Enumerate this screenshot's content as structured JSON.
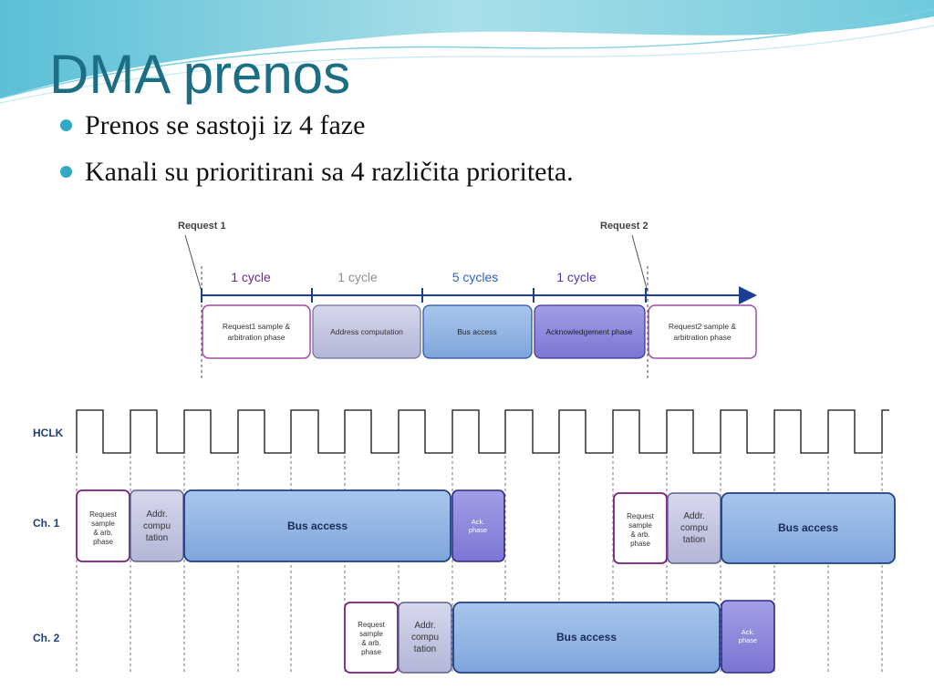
{
  "slide": {
    "title": "DMA prenos",
    "bullets": [
      "Prenos se sastoji iz 4 faze",
      "Kanali su prioritirani sa 4 različita prioriteta."
    ]
  },
  "timeline": {
    "request1": "Request 1",
    "request2": "Request 2",
    "durations": [
      "1 cycle",
      "1 cycle",
      "5 cycles",
      "1 cycle"
    ],
    "phases": [
      [
        "Request1 sample &",
        "arbitration phase"
      ],
      [
        "Address computation"
      ],
      [
        "Bus access"
      ],
      [
        "Acknowledgement phase"
      ],
      [
        "Request2 sample &",
        "arbitration phase"
      ]
    ]
  },
  "waveform": {
    "clock_label": "HCLK",
    "ch1_label": "Ch. 1",
    "ch2_label": "Ch. 2",
    "req_lines": [
      "Request",
      "sample",
      "& arb.",
      "phase"
    ],
    "addr_lines": [
      "Addr.",
      "compu",
      "tation"
    ],
    "bus_access": "Bus access",
    "ack_lines": [
      "Ack.",
      "phase"
    ]
  },
  "colors": {
    "title": "#1b6e84",
    "bullet": "#33a9c4",
    "axis": "#1c3f94",
    "purple_border": "#7b1f7b",
    "bus_fill": "#8fb4e3",
    "ack_fill": "#8b86dd",
    "addr_fill": "#c3c5e1"
  }
}
